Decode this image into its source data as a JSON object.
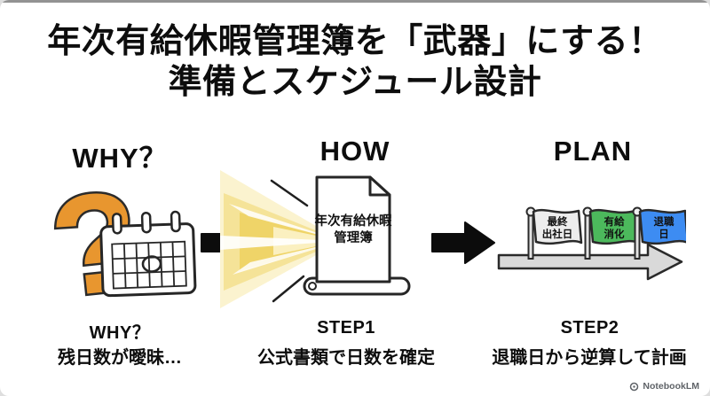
{
  "header": {
    "title_line1": "年次有給休暇管理簿を「武器」にする！",
    "title_line2": "準備とスケジュール設計"
  },
  "why": {
    "header": "WHY？",
    "question_glyph": "?",
    "question_color": "#E8962F",
    "step_label": "WHY？",
    "caption": "残日数が曖昧…"
  },
  "how": {
    "header": "HOW",
    "doc_line1": "年次有給休暇",
    "doc_line2": "管理簿",
    "burst_color": "#F0D665",
    "step_label": "STEP1",
    "caption": "公式書類で日数を確定"
  },
  "plan": {
    "header": "PLAN",
    "flags": [
      {
        "line1": "最終",
        "line2": "出社日",
        "color": "#ededed"
      },
      {
        "line1": "有給",
        "line2": "消化",
        "color": "#4cb95c"
      },
      {
        "line1": "退職",
        "line2": "日",
        "color": "#3d8cf2"
      }
    ],
    "timeline_color": "#d9d9d9",
    "step_label": "STEP2",
    "caption": "退職日から逆算して計画"
  },
  "footer": {
    "brand": "NotebookLM"
  }
}
